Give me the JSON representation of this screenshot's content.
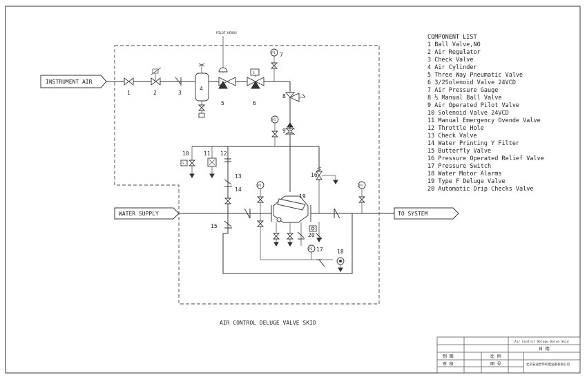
{
  "title": "AIR CONTROL DELUGE VALVE SKID",
  "labels": {
    "instrument_air": "INSTRUMENT AIR",
    "water_supply": "WATER SUPPLY",
    "to_system": "TO SYSTEM",
    "pilot_heads": "PILOT HEADS",
    "gauge_tag": "PI",
    "switch_tag": "PS",
    "solenoid_tag": "S"
  },
  "legend": {
    "heading": "COMPONENT LIST",
    "items": [
      "1 Ball Valve,NO",
      "2 Air Regulator",
      "3 Check Valve",
      "4 Air Cylinder",
      "5 Three Way Pneumatic Valve",
      "6 3/2Solenoid Valve 24VCD",
      "7 Air Pressure Gauge",
      "8 ½ Manual Ball Valve",
      "9 Air Operated Pilot Valve",
      "10 Solenoid Valve 24VCD",
      "11 Manual Emergency Ovende Valve",
      "12 Throttle Hole",
      "13 Check Valve",
      "14 Water Printing Y Filter",
      "15 Butterfly Valve",
      "16 Pressure Operated Relief Valve",
      "17 Pressure Switch",
      "18 Water Motor Alarms",
      "19 Type F Deluge Valve",
      "20 Automatic Drip Checks Valve"
    ]
  },
  "callouts": {
    "n1": "1",
    "n2": "2",
    "n3": "3",
    "n4": "4",
    "n5": "5",
    "n6": "6",
    "n7": "7",
    "n8": "8",
    "n9": "9",
    "n10": "10",
    "n11": "11",
    "n12": "12",
    "n13": "13",
    "n14": "14",
    "n15": "15",
    "n16": "16",
    "n17": "17",
    "n18": "18",
    "n19": "19",
    "n20": "20"
  },
  "title_block": {
    "drawing_name": "Air Control Deluge Valve Skid",
    "date_label": "日 期",
    "drawn_label": "制 图",
    "checked_label": "审 核",
    "scale_label": "比 例",
    "number_label": "图 号",
    "company": "北京安迪普环机电设备有限公司"
  }
}
